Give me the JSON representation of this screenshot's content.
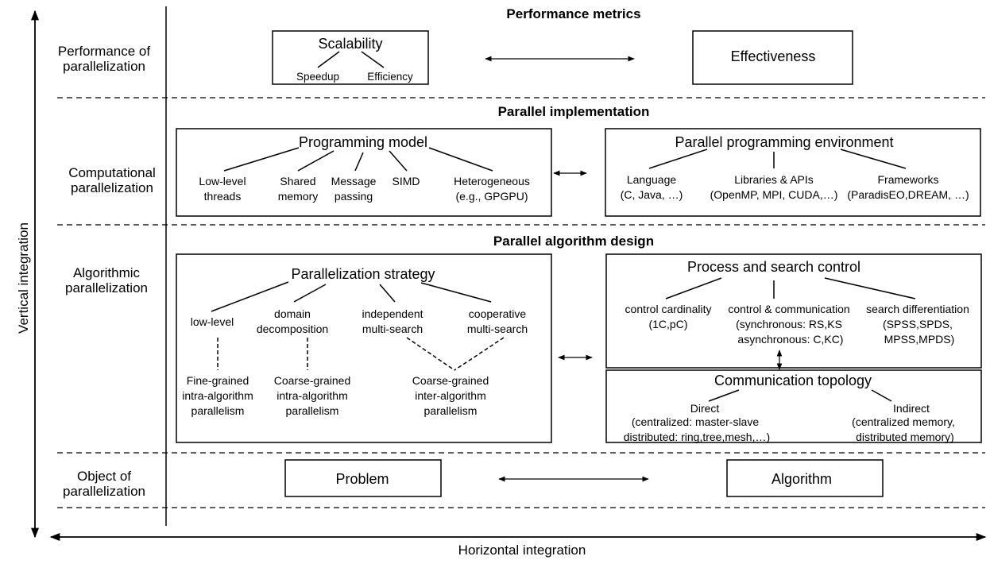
{
  "axes": {
    "vertical": "Vertical integration",
    "horizontal": "Horizontal integration"
  },
  "levels": {
    "performance": "Performance of\nparallelization",
    "computational": "Computational\nparallelization",
    "algorithmic": "Algorithmic\nparallelization",
    "object": "Object of\nparallelization"
  },
  "sections": {
    "metrics": "Performance metrics",
    "implementation": "Parallel implementation",
    "design": "Parallel algorithm design"
  },
  "performance_metrics": {
    "scalability": "Scalability",
    "speedup": "Speedup",
    "efficiency": "Efficiency",
    "effectiveness": "Effectiveness"
  },
  "programming_model": {
    "title": "Programming model",
    "items": [
      "Low-level\nthreads",
      "Shared\nmemory",
      "Message\npassing",
      "SIMD",
      "Heterogeneous\n(e.g., GPGPU)"
    ]
  },
  "environment": {
    "title": "Parallel programming environment",
    "items": [
      "Language\n(C, Java, …)",
      "Libraries & APIs\n(OpenMP, MPI, CUDA,…)",
      "Frameworks\n(ParadisEO,DREAM, …)"
    ]
  },
  "strategy": {
    "title": "Parallelization strategy",
    "items": [
      "low-level",
      "domain\ndecomposition",
      "independent\nmulti-search",
      "cooperative\nmulti-search"
    ],
    "outcomes": [
      "Fine-grained\nintra-algorithm\nparallelism",
      "Coarse-grained\nintra-algorithm\nparallelism",
      "Coarse-grained\ninter-algorithm\nparallelism"
    ]
  },
  "search_control": {
    "title": "Process and search control",
    "items": [
      "control cardinality\n(1C,pC)",
      "control & communication\n(synchronous: RS,KS\n asynchronous: C,KC)",
      "search differentiation\n(SPSS,SPDS,\n MPSS,MPDS)"
    ]
  },
  "topology": {
    "title": "Communication topology",
    "direct": "Direct",
    "direct_detail": "(centralized: master-slave\n distributed: ring,tree,mesh,…)",
    "indirect": "Indirect",
    "indirect_detail": "(centralized memory,\n distributed memory)"
  },
  "object": {
    "problem": "Problem",
    "algorithm": "Algorithm"
  }
}
